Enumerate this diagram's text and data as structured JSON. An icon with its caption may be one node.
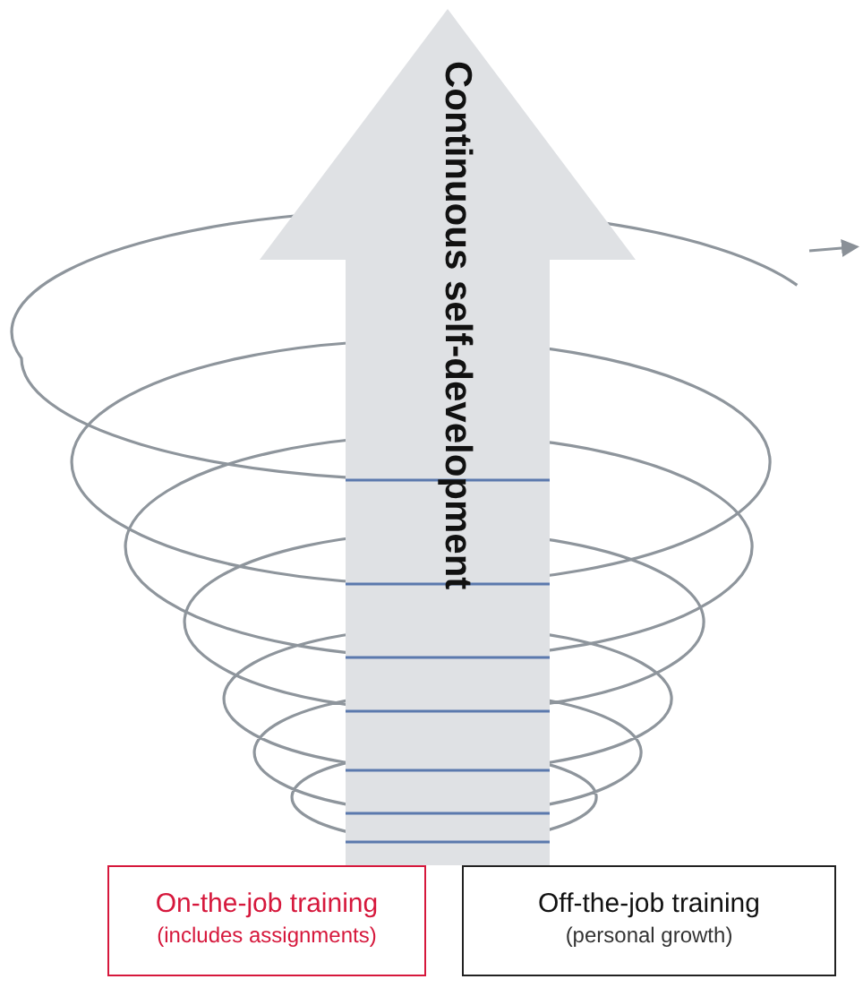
{
  "diagram": {
    "nodes": [
      {
        "text": [
          "Continuous self-development"
        ]
      },
      {
        "text": [
          "On-the-job training",
          "(includes assignments)"
        ]
      },
      {
        "text": [
          "Off-the-job training",
          "(personal growth)"
        ]
      }
    ]
  }
}
